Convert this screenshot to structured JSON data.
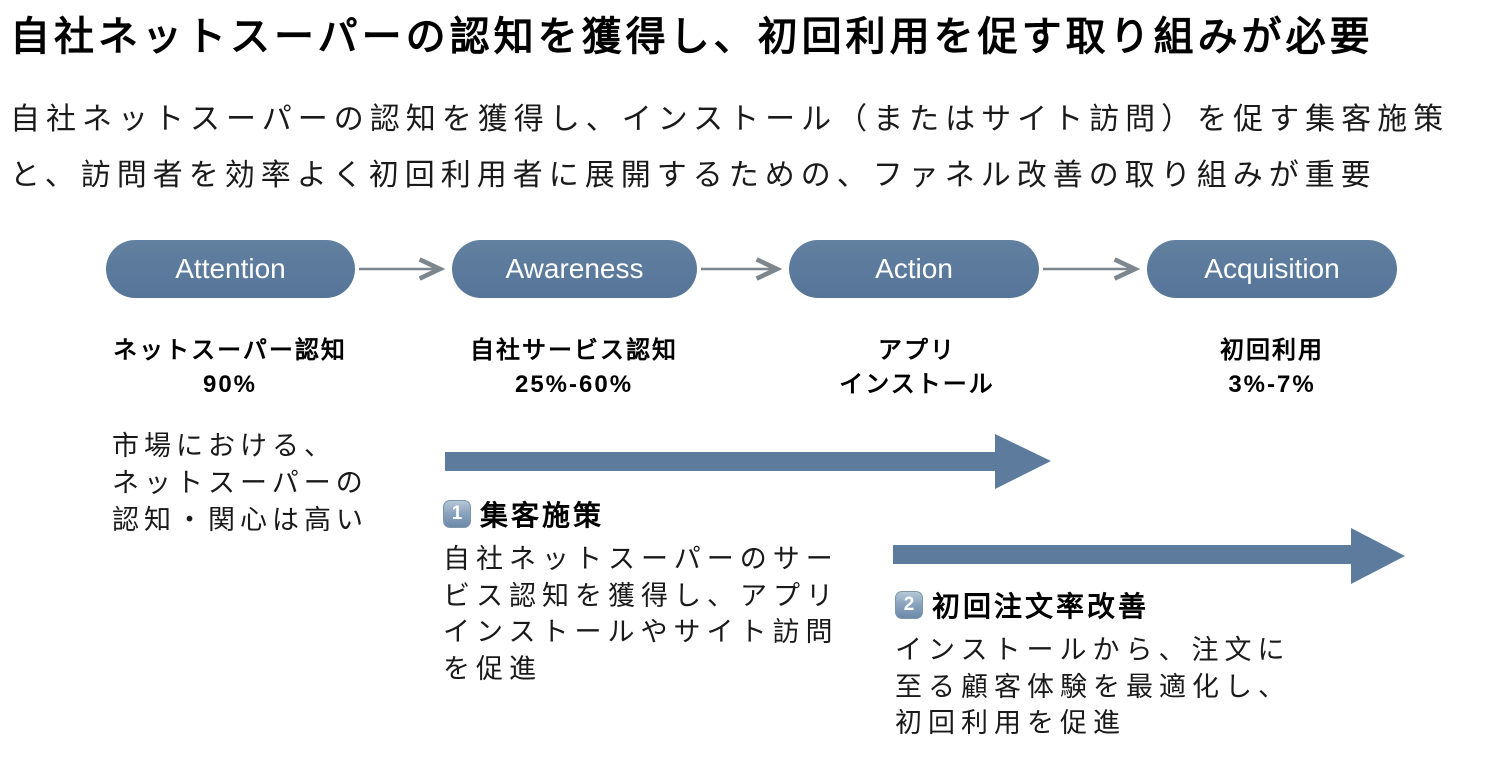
{
  "page": {
    "title": "自社ネットスーパーの認知を獲得し、初回利用を促す取り組みが必要",
    "subtitle_lines": [
      "自社ネットスーパーの認知を獲得し、インストール（またはサイト訪問）を促す集客施策",
      "と、訪問者を効率よく初回利用者に展開するための、ファネル改善の取り組みが重要"
    ]
  },
  "funnel": {
    "stages": [
      {
        "name": "Attention",
        "stat_line1": "ネットスーパー認知",
        "stat_line2": "90%"
      },
      {
        "name": "Awareness",
        "stat_line1": "自社サービス認知",
        "stat_line2": "25%-60%"
      },
      {
        "name": "Action",
        "stat_line1": "アプリ",
        "stat_line2": "インストール"
      },
      {
        "name": "Acquisition",
        "stat_line1": "初回利用",
        "stat_line2": "3%-7%"
      }
    ],
    "pill_color": "#5b7a9c",
    "pill_text_color": "#ffffff",
    "connector_color": "#7c868c"
  },
  "market_note": {
    "lines": [
      "市場における、",
      "ネットスーパーの",
      "認知・関心は高い"
    ]
  },
  "steps": [
    {
      "number": "1",
      "heading": "集客施策",
      "body_lines": [
        "自社ネットスーパーのサー",
        "ビス認知を獲得し、アプリ",
        "インストールやサイト訪問",
        "を促進"
      ]
    },
    {
      "number": "2",
      "heading": "初回注文率改善",
      "body_lines": [
        "インストールから、注文に",
        "至る顧客体験を最適化し、",
        "初回利用を促進"
      ]
    }
  ],
  "flow_arrows": {
    "color": "#5c7b9d"
  }
}
